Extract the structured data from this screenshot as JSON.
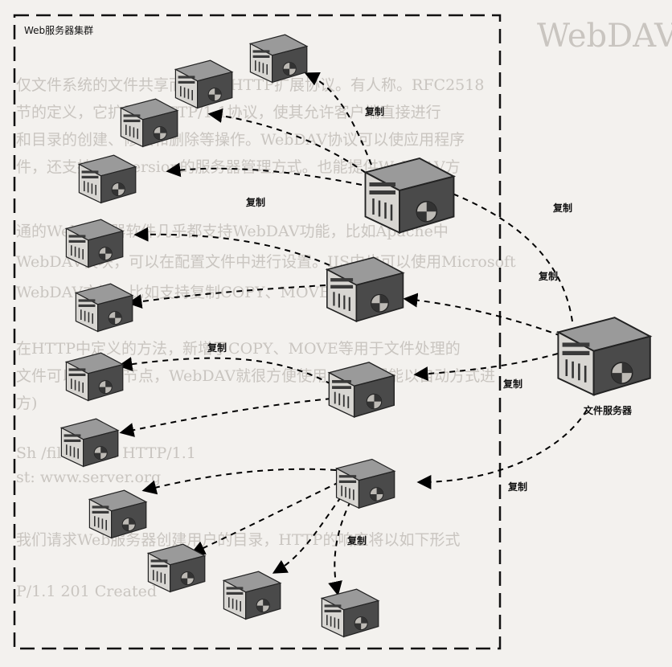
{
  "background_text": {
    "heading": "WebDAV",
    "lines": [
      "仅文件系统的文件共享而是利用HTTP扩展协议。有人称。RFC2518",
      "节的定义，它扩展了HTTP/1.1协议，使其允许客户端直接进行",
      "和目录的创建、修改和删除等操作。WebDAV协议可以使应用程序",
      "件，还支持基于version的服务器管理方式。也能提供WebDAV方",
      "通的Web服务器软件几乎都支持WebDAV功能，比如Apache中",
      "WebDAV模块，可以在配置文件中进行设置。IIS中也可以使用Microsoft",
      "WebDAV方法：比如支持复制COPY、MOVE等格式",
      "在HTTP中定义的方法，新增了COPY、MOVE等用于文件处理的",
      "文件可以将多个节点，WebDAV就很方便使用，这使得能以自动方式进",
      "方)",
      "Sh /files/20... HTTP/1.1",
      "st: www.server.org",
      "我们请求Web服务器创建用户的目录，HTTP的响应将以如下形式",
      "P/1.1 201 Created"
    ]
  },
  "cluster": {
    "label": "Web服务器集群"
  },
  "file_server": {
    "label": "文件服务器"
  },
  "edge_label": "复制",
  "colors": {
    "server_dark": "#4a4a4a",
    "server_light": "#8a8a8a",
    "dash": "#000000"
  }
}
